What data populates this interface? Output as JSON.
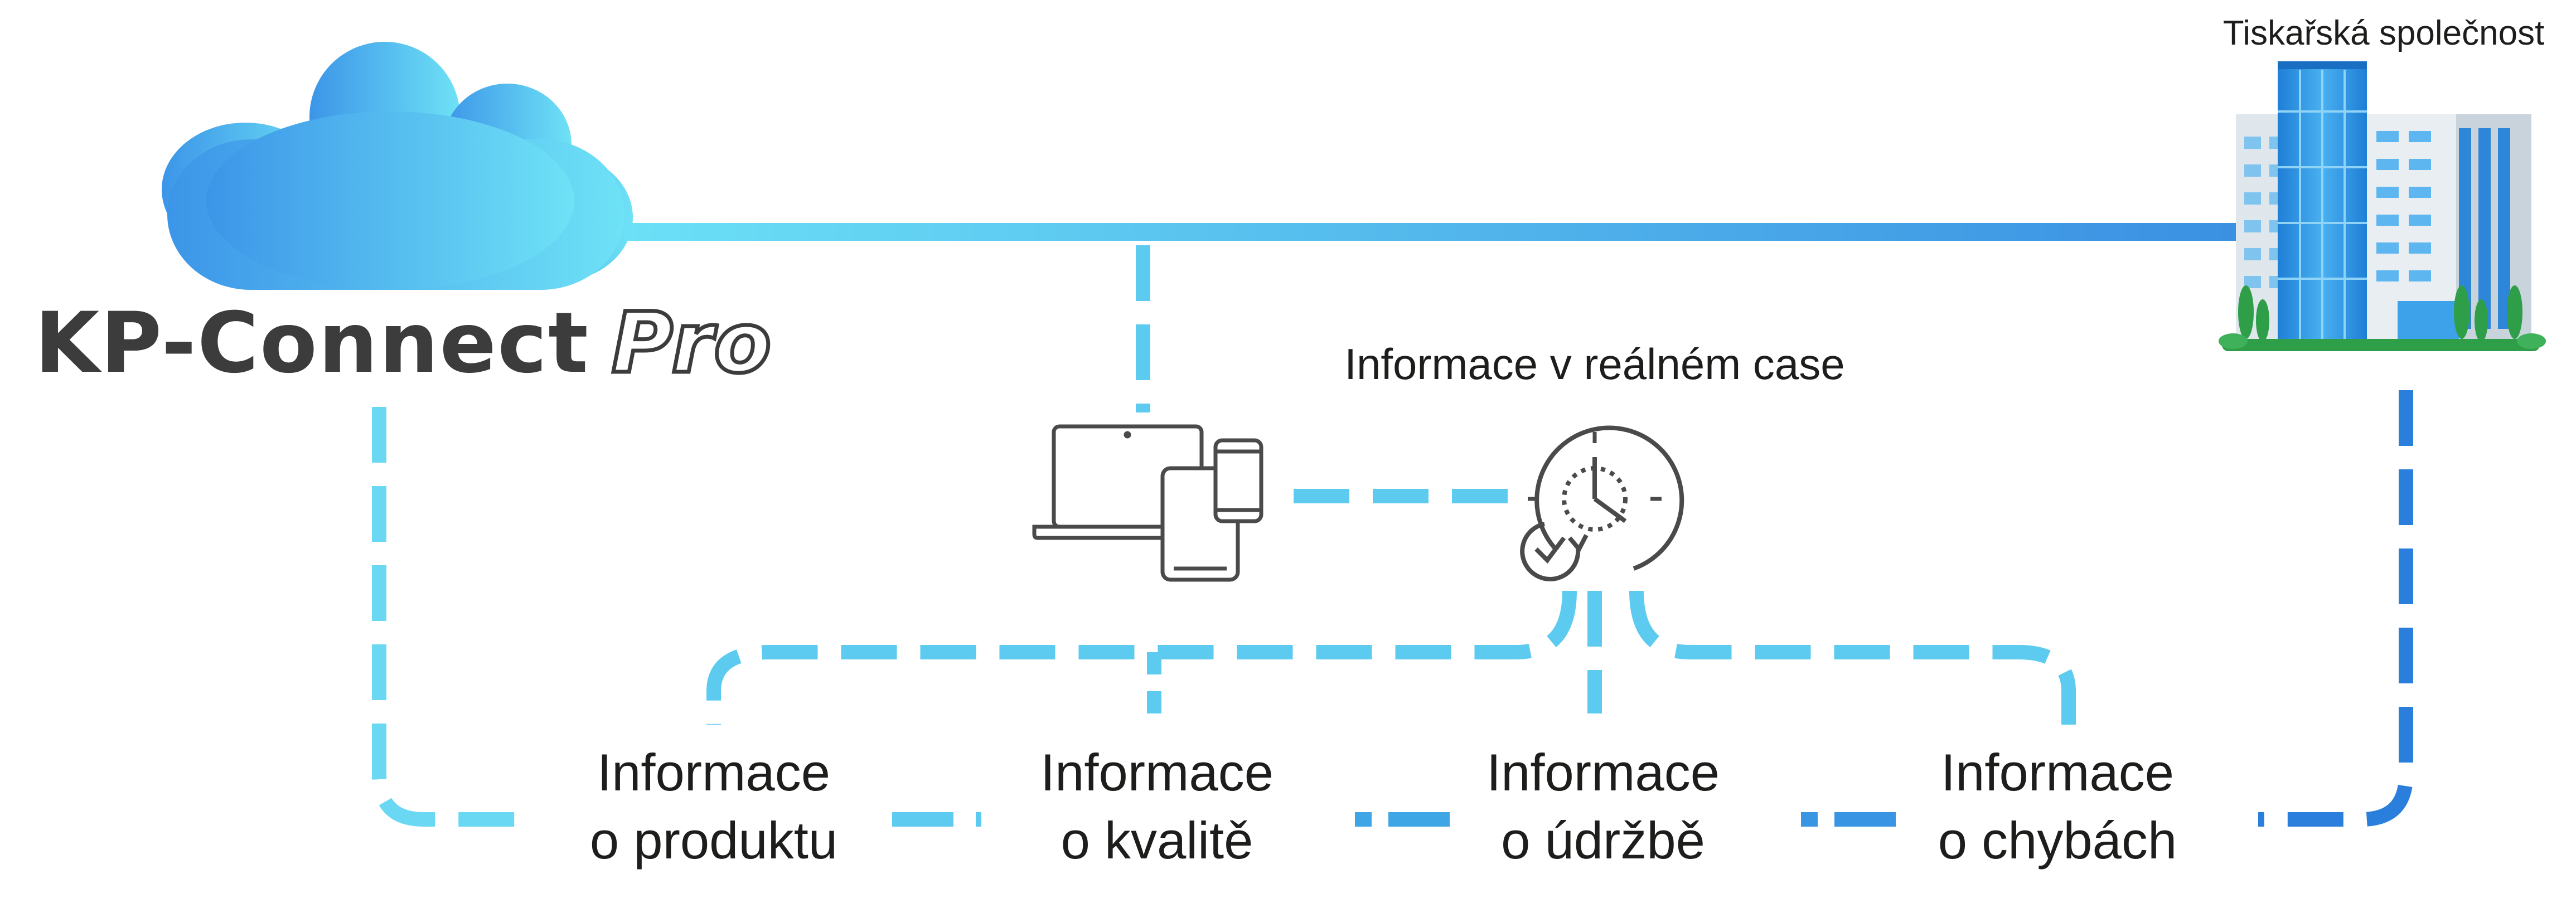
{
  "brand": {
    "name": "KP-Connect",
    "suffix": "Pro"
  },
  "company": {
    "label": "Tiskařská společnost"
  },
  "realtime": {
    "label": "Informace v reálném case"
  },
  "info_items": [
    {
      "line1": "Informace",
      "line2": "o produktu"
    },
    {
      "line1": "Informace",
      "line2": "o kvalitě"
    },
    {
      "line1": "Informace",
      "line2": "o údržbě"
    },
    {
      "line1": "Informace",
      "line2": "o chybách"
    }
  ],
  "icons": {
    "cloud": "cloud-icon",
    "building": "office-building-icon",
    "devices": "devices-icon",
    "clock": "realtime-clock-icon"
  },
  "colors": {
    "light_blue": "#5ccbef",
    "mid_blue": "#3fa6e6",
    "dark_blue": "#2a7fdc",
    "text": "#1d1d1b",
    "brand_gray": "#3c3c3c"
  }
}
